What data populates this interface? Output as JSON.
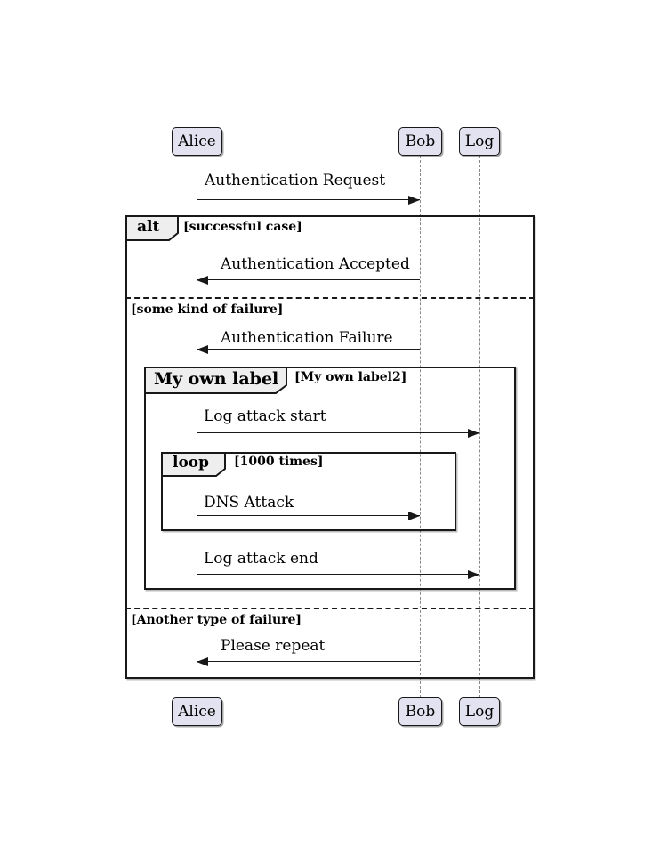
{
  "diagram_type": "uml-sequence",
  "participants": [
    {
      "name": "Alice"
    },
    {
      "name": "Bob"
    },
    {
      "name": "Log"
    }
  ],
  "messages": [
    {
      "label": "Authentication Request",
      "from": "Alice",
      "to": "Bob"
    },
    {
      "label": "Authentication Accepted",
      "from": "Bob",
      "to": "Alice"
    },
    {
      "label": "Authentication Failure",
      "from": "Bob",
      "to": "Alice"
    },
    {
      "label": "Log attack start",
      "from": "Alice",
      "to": "Log"
    },
    {
      "label": "DNS Attack",
      "from": "Alice",
      "to": "Bob"
    },
    {
      "label": "Log attack end",
      "from": "Alice",
      "to": "Log"
    },
    {
      "label": "Please repeat",
      "from": "Bob",
      "to": "Alice"
    }
  ],
  "frames": {
    "alt": {
      "operator": "alt",
      "guard": "[successful case]"
    },
    "group": {
      "operator": "My own label",
      "guard": "[My own label2]"
    },
    "loop": {
      "operator": "loop",
      "guard": "[1000 times]"
    }
  },
  "dividers": [
    {
      "label": "[some kind of failure]"
    },
    {
      "label": "[Another type of failure]"
    }
  ],
  "colors": {
    "participant_fill": "#E2E2F0",
    "participant_border": "#181818",
    "frame_border": "#181818",
    "operator_fill": "#EEEEEE",
    "line": "#181818",
    "lifeline": "#888888",
    "background": "#FFFFFF"
  }
}
